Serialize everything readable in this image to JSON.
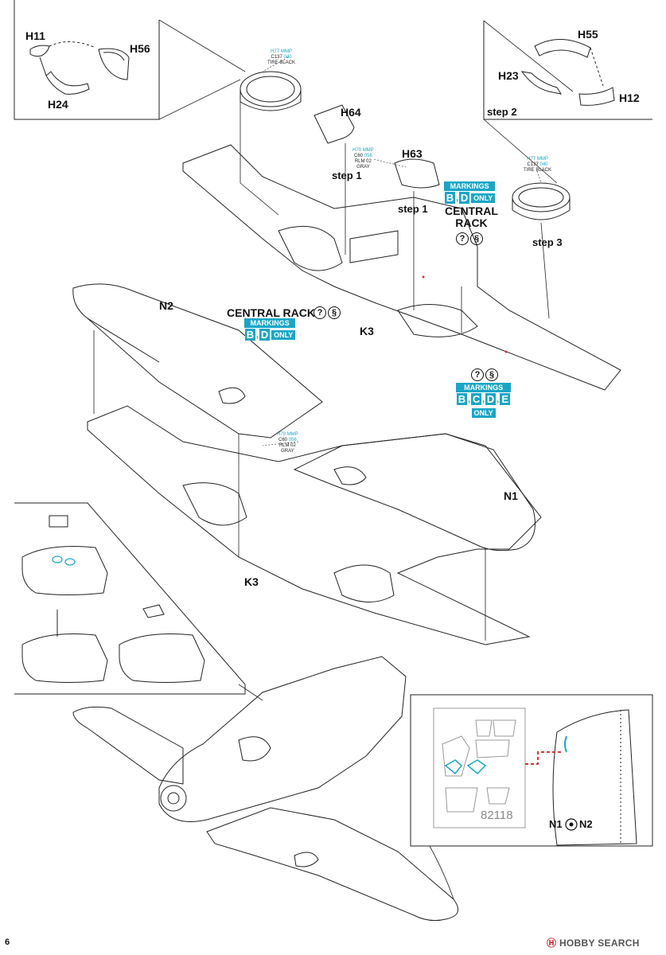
{
  "page_number": "6",
  "watermark": {
    "brand": "HOBBY",
    "brand2": "SEARCH",
    "logo_glyph": "Ⓗ"
  },
  "parts": {
    "h11": "H11",
    "h56": "H56",
    "h24": "H24",
    "h55": "H55",
    "h23": "H23",
    "h12": "H12",
    "h64": "H64",
    "h63": "H63",
    "n1": "N1",
    "n2": "N2",
    "k3_top": "K3",
    "k3_mid": "K3"
  },
  "steps": {
    "step1_a": "step 1",
    "step1_b": "step 1",
    "step2": "step 2",
    "step3": "step 3"
  },
  "paint_callouts": {
    "tire_black_1": {
      "h": "H77",
      "mmp": "MMP",
      "c": "C137",
      "num": "040",
      "name": "TIRE BLACK"
    },
    "rlm02_1": {
      "h": "H70",
      "mmp": "MMP",
      "c": "C60",
      "num": "056",
      "name1": "RLM 02",
      "name2": "GRAY"
    },
    "tire_black_2": {
      "h": "H77",
      "mmp": "MMP",
      "c": "C137",
      "num": "040",
      "name": "TIRE BLACK"
    },
    "rlm02_2": {
      "h": "H70",
      "mmp": "MMP",
      "c": "C60",
      "num": "056",
      "name1": "RLM 02",
      "name2": "GRAY"
    }
  },
  "central_rack_1": {
    "label1": "CENTRAL",
    "label2": "RACK",
    "sym1": "?",
    "sym2": "§"
  },
  "central_rack_2": {
    "label": "CENTRAL RACK",
    "sym1": "?",
    "sym2": "§"
  },
  "markings_1": {
    "header": "MARKINGS",
    "a": "B",
    "b": "D",
    "only": "ONLY",
    "comma": ","
  },
  "markings_2": {
    "header": "MARKINGS",
    "a": "B",
    "b": "D",
    "only": "ONLY",
    "comma": ","
  },
  "markings_3": {
    "header": "MARKINGS",
    "a": "B",
    "b": "C",
    "c": "D",
    "d": "E",
    "only": "ONLY",
    "comma": ",",
    "sym1": "?",
    "sym2": "§"
  },
  "etch_number": "82118",
  "n1_n2_joint": {
    "left": "N1",
    "right": "N2"
  },
  "colors": {
    "accent": "#19a6c7",
    "line": "#222222",
    "hint_red": "#e03030"
  }
}
